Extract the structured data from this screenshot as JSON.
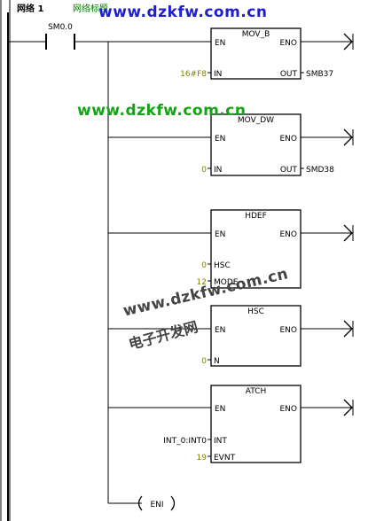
{
  "network": {
    "label": "网络 1",
    "title": "网络标题"
  },
  "contact": {
    "label": "SM0.0"
  },
  "watermarks": [
    "www.dzkfw.com.cn",
    "www.dzkfw.com.cn",
    "www.dzkfw.com.cn",
    "电子开发网"
  ],
  "blocks": [
    {
      "name": "MOV_B",
      "en": "EN",
      "eno": "ENO",
      "inputs": [
        {
          "value": "16#F8",
          "pin": "IN"
        }
      ],
      "output": {
        "pin": "OUT",
        "value": "SMB37"
      }
    },
    {
      "name": "MOV_DW",
      "en": "EN",
      "eno": "ENO",
      "inputs": [
        {
          "value": "0",
          "pin": "IN"
        }
      ],
      "output": {
        "pin": "OUT",
        "value": "SMD38"
      }
    },
    {
      "name": "HDEF",
      "en": "EN",
      "eno": "ENO",
      "inputs": [
        {
          "value": "0",
          "pin": "HSC"
        },
        {
          "value": "12",
          "pin": "MODE"
        }
      ]
    },
    {
      "name": "HSC",
      "en": "EN",
      "eno": "ENO",
      "inputs": [
        {
          "value": "0",
          "pin": "N"
        }
      ]
    },
    {
      "name": "ATCH",
      "en": "EN",
      "eno": "ENO",
      "inputs": [
        {
          "value": "INT_0:INT0",
          "pin": "INT",
          "black": true
        },
        {
          "value": "19",
          "pin": "EVNT"
        }
      ]
    }
  ],
  "coil": {
    "label": "ENI"
  },
  "colors": {
    "value": "#808000",
    "title": "#008000",
    "line": "#000000"
  }
}
